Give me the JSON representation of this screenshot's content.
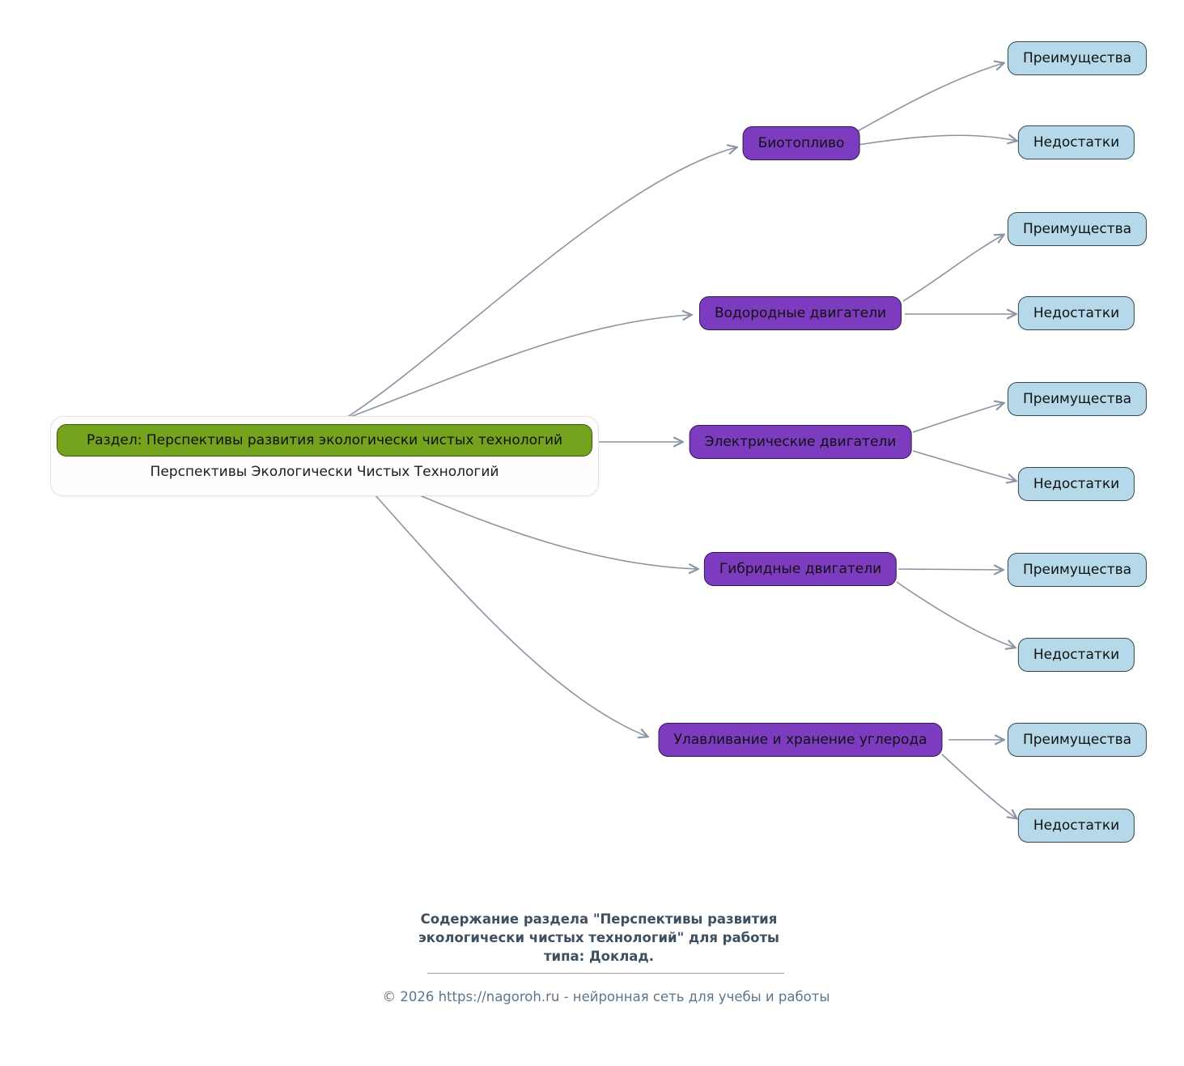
{
  "root": {
    "label": "Раздел: Перспективы развития экологически чистых технологий",
    "subtitle": "Перспективы Экологически Чистых Технологий"
  },
  "branches": [
    {
      "label": "Биотопливо",
      "children": [
        {
          "label": "Преимущества"
        },
        {
          "label": "Недостатки"
        }
      ]
    },
    {
      "label": "Водородные двигатели",
      "children": [
        {
          "label": "Преимущества"
        },
        {
          "label": "Недостатки"
        }
      ]
    },
    {
      "label": "Электрические двигатели",
      "children": [
        {
          "label": "Преимущества"
        },
        {
          "label": "Недостатки"
        }
      ]
    },
    {
      "label": "Гибридные двигатели",
      "children": [
        {
          "label": "Преимущества"
        },
        {
          "label": "Недостатки"
        }
      ]
    },
    {
      "label": "Улавливание и хранение углерода",
      "children": [
        {
          "label": "Преимущества"
        },
        {
          "label": "Недостатки"
        }
      ]
    }
  ],
  "caption": {
    "line1": "Содержание раздела \"Перспективы развития",
    "line2": "экологически чистых технологий\" для работы",
    "line3": "типа: Доклад."
  },
  "footer": {
    "prefix": "© 2026 ",
    "link": "https://nagoroh.ru",
    "suffix": " - нейронная сеть для учебы и работы"
  },
  "colors": {
    "root_fill": "#74a31e",
    "branch_fill": "#7d3cc0",
    "leaf_fill": "#b5d9e8",
    "edge": "#8a95a3"
  }
}
